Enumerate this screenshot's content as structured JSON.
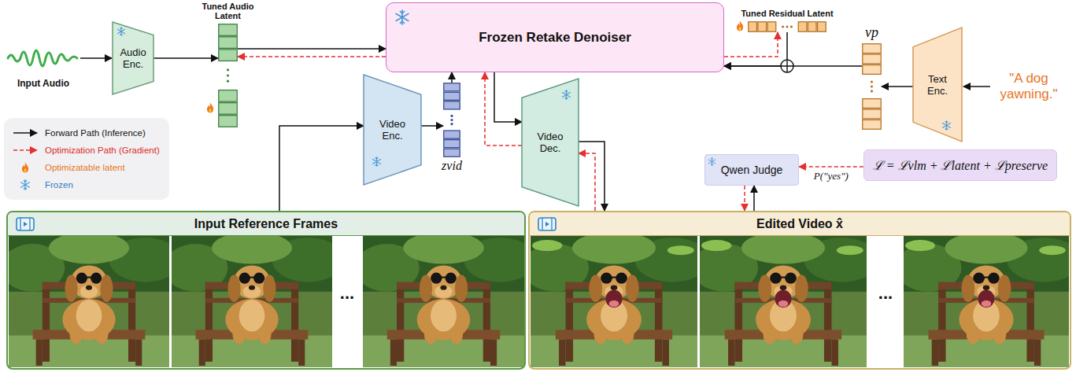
{
  "diagram": {
    "nodes": [
      {
        "text": [
          "Audio Enc."
        ]
      },
      {
        "text": [
          "Tuned Audio Latent"
        ]
      },
      {
        "text": [
          "Frozen Retake Denoiser"
        ]
      },
      {
        "text": [
          "Tuned Residual Latent"
        ]
      },
      {
        "text": [
          "vp"
        ]
      },
      {
        "text": [
          "Text Enc."
        ]
      },
      {
        "text": [
          "Video Enc."
        ]
      },
      {
        "text": [
          "zvid"
        ]
      },
      {
        "text": [
          "Video Dec."
        ]
      },
      {
        "text": [
          "Qwen Judge"
        ]
      },
      {
        "text": [
          "ℒ = ℒvlm + ℒlatent + ℒpreserve"
        ]
      },
      {
        "text": [
          "Input Reference Frames"
        ]
      },
      {
        "text": [
          "Edited Video x̂"
        ]
      }
    ],
    "edges": [
      {
        "from": 0,
        "to": 1,
        "arrow": "to"
      },
      {
        "from": 1,
        "to": 2,
        "arrow": "to"
      },
      {
        "from": 2,
        "to": 1,
        "arrow": "to"
      },
      {
        "from": 3,
        "to": 2,
        "arrow": "to"
      },
      {
        "from": 4,
        "to": 2,
        "arrow": "to"
      },
      {
        "from": 2,
        "to": 3,
        "arrow": "to"
      },
      {
        "from": 5,
        "to": 4,
        "arrow": "to"
      },
      {
        "from": 11,
        "to": 6,
        "arrow": "to"
      },
      {
        "from": 6,
        "to": 7,
        "arrow": "to"
      },
      {
        "from": 7,
        "to": 2,
        "arrow": "to"
      },
      {
        "from": 2,
        "to": 8,
        "arrow": "to"
      },
      {
        "from": 8,
        "to": 2,
        "arrow": "to"
      },
      {
        "from": 8,
        "to": 12,
        "arrow": "to"
      },
      {
        "from": 12,
        "to": 8,
        "arrow": "to"
      },
      {
        "from": 12,
        "to": 9,
        "arrow": "to"
      },
      {
        "from": 9,
        "to": 12,
        "arrow": "to"
      },
      {
        "from": 10,
        "to": 9,
        "label": "P(\"yes\")",
        "arrow": "to"
      }
    ],
    "labels": [
      "Input Audio",
      "\"A dog yawning.\"",
      "...",
      "..."
    ],
    "legend": [
      {
        "text": "Forward Path (Inference)"
      },
      {
        "text": "Optimization Path (Gradient)"
      },
      {
        "text": "Optimizatable latent"
      },
      {
        "text": "Frozen"
      }
    ]
  }
}
